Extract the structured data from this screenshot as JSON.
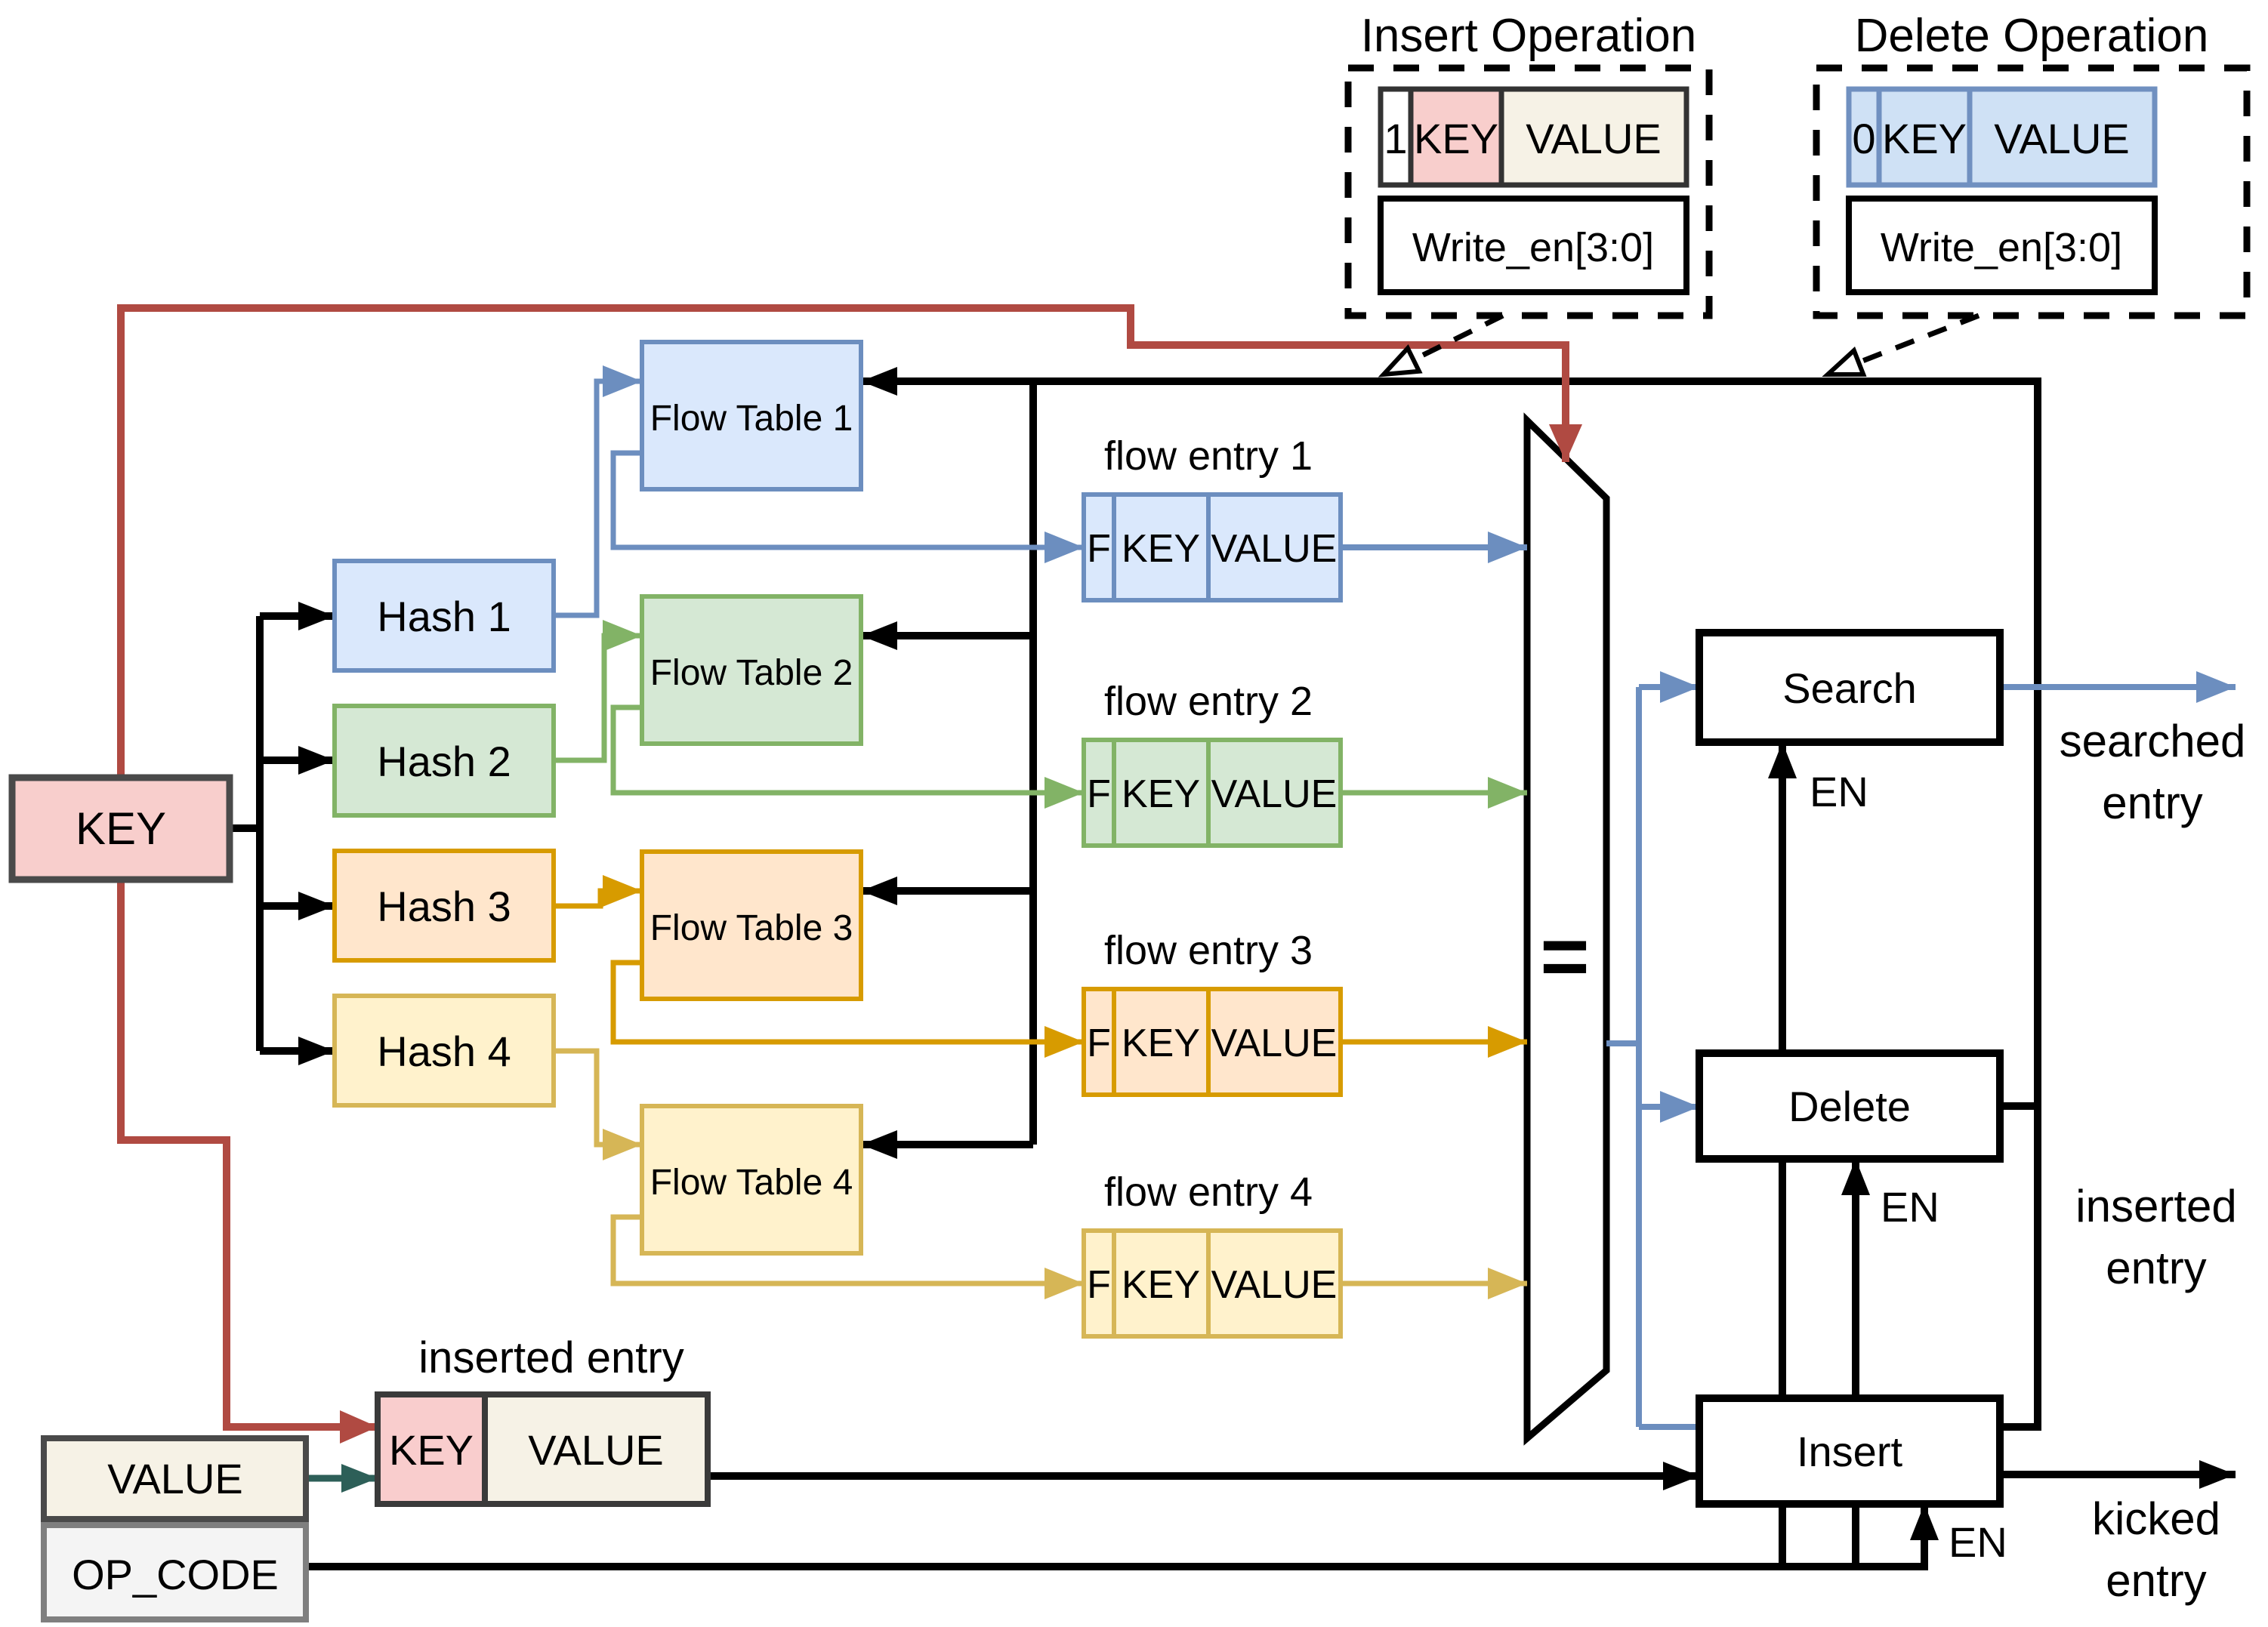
{
  "legends": {
    "insert": {
      "title": "Insert Operation",
      "bit": "1",
      "key": "KEY",
      "value": "VALUE",
      "write_en": "Write_en[3:0]"
    },
    "delete": {
      "title": "Delete Operation",
      "bit": "0",
      "key": "KEY",
      "value": "VALUE",
      "write_en": "Write_en[3:0]"
    }
  },
  "key_input": {
    "label": "KEY"
  },
  "hashes": {
    "h1": "Hash 1",
    "h2": "Hash 2",
    "h3": "Hash 3",
    "h4": "Hash 4"
  },
  "flow_tables": {
    "t1": "Flow Table 1",
    "t2": "Flow Table 2",
    "t3": "Flow Table 3",
    "t4": "Flow Table 4"
  },
  "flow_entries": {
    "e1": {
      "title": "flow entry 1"
    },
    "e2": {
      "title": "flow entry 2"
    },
    "e3": {
      "title": "flow entry 3"
    },
    "e4": {
      "title": "flow entry 4"
    },
    "flag": "F",
    "key": "KEY",
    "value": "VALUE"
  },
  "comparator": {
    "symbol": "="
  },
  "operations": {
    "search": "Search",
    "delete": "Delete",
    "insert": "Insert",
    "enable": "EN"
  },
  "outputs": {
    "searched": {
      "line1": "searched",
      "line2": "entry"
    },
    "inserted": {
      "line1": "inserted",
      "line2": "entry"
    },
    "kicked": {
      "line1": "kicked",
      "line2": "entry"
    }
  },
  "inserted_entry": {
    "title": "inserted entry",
    "key": "KEY",
    "value": "VALUE"
  },
  "inputs": {
    "value": "VALUE",
    "op_code": "OP_CODE"
  },
  "colors": {
    "blue_fill": "#dae8fc",
    "blue_stroke": "#6c8ebf",
    "green_fill": "#d5e8d4",
    "green_stroke": "#82b366",
    "orange_fill": "#ffe6cc",
    "orange_stroke": "#d79b00",
    "yellow_fill": "#fff2cc",
    "yellow_stroke": "#d6b656",
    "pink_fill": "#f8cecc",
    "cream_fill": "#f6f2e6",
    "legend_blue_fill": "#cfe1f5",
    "legend_blue_stroke": "#7090c0",
    "red_line": "#b04a42",
    "teal_arrow": "#2d5f58",
    "line_black": "#000000"
  }
}
